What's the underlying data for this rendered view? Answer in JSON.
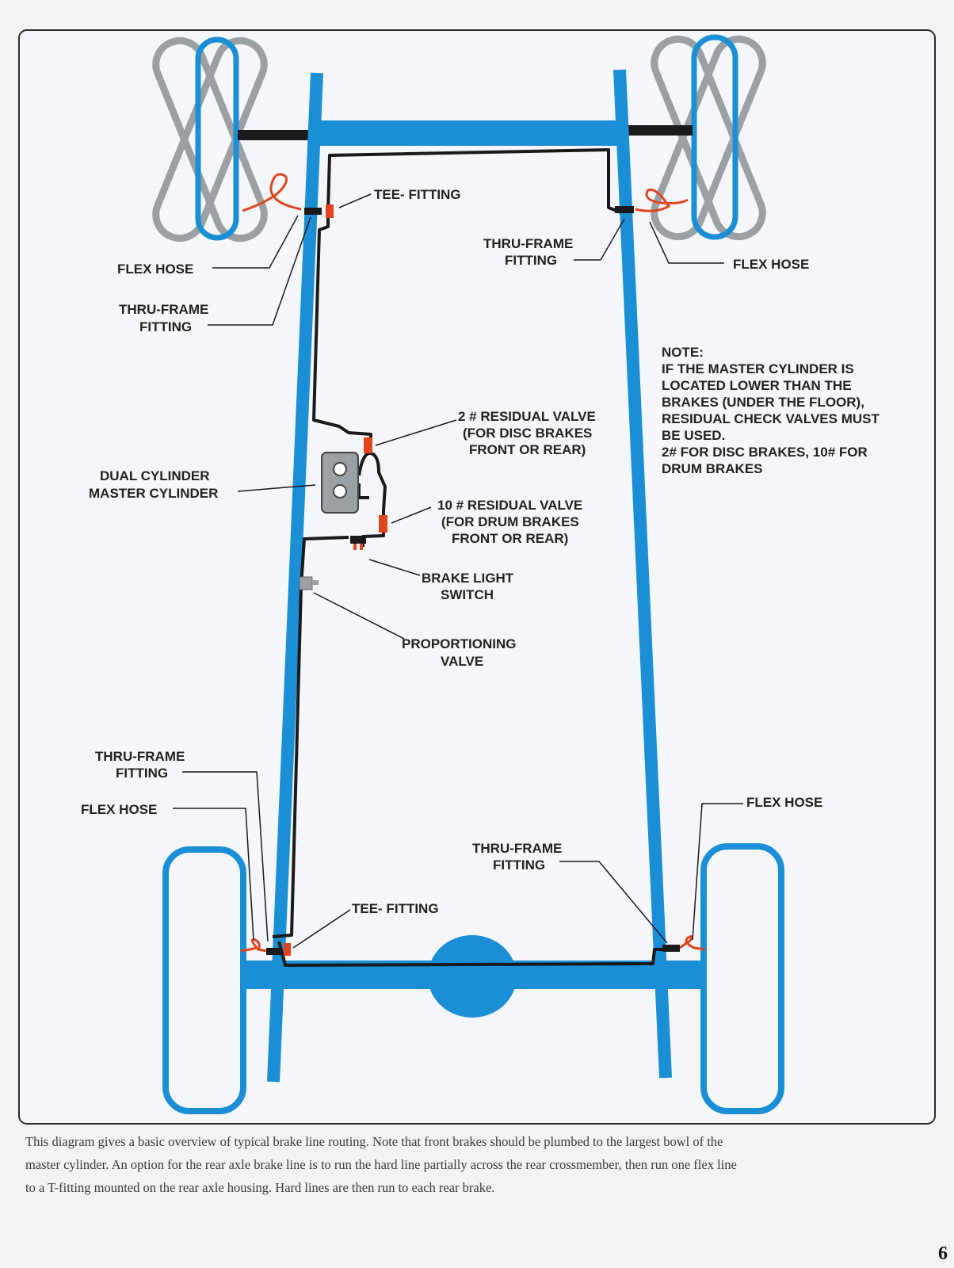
{
  "labels": {
    "front_left_tee": "TEE- FITTING",
    "front_left_flex": "FLEX HOSE",
    "front_left_thru_1": "THRU-FRAME",
    "front_left_thru_2": "FITTING",
    "front_right_thru_1": "THRU-FRAME",
    "front_right_thru_2": "FITTING",
    "front_right_flex": "FLEX HOSE",
    "master_cyl_1": "DUAL CYLINDER",
    "master_cyl_2": "MASTER CYLINDER",
    "residual2_1": "2 # RESIDUAL VALVE",
    "residual2_2": "(FOR DISC BRAKES",
    "residual2_3": "FRONT OR REAR)",
    "residual10_1": "10 # RESIDUAL VALVE",
    "residual10_2": "(FOR DRUM BRAKES",
    "residual10_3": "FRONT OR REAR)",
    "brake_light_1": "BRAKE LIGHT",
    "brake_light_2": "SWITCH",
    "prop_valve_1": "PROPORTIONING",
    "prop_valve_2": "VALVE",
    "rear_left_thru_1": "THRU-FRAME",
    "rear_left_thru_2": "FITTING",
    "rear_left_flex": "FLEX HOSE",
    "rear_tee": "TEE- FITTING",
    "rear_mid_thru_1": "THRU-FRAME",
    "rear_mid_thru_2": "FITTING",
    "rear_right_flex": "FLEX HOSE"
  },
  "note": [
    "NOTE:",
    "IF THE MASTER CYLINDER IS",
    "LOCATED LOWER THAN THE",
    "BRAKES (UNDER THE FLOOR),",
    "RESIDUAL CHECK VALVES MUST",
    "BE USED.",
    "2# FOR DISC BRAKES, 10# FOR",
    "DRUM BRAKES"
  ],
  "caption": [
    "This diagram gives a basic overview of typical brake line routing. Note that front brakes should be plumbed to the largest bowl of the",
    "master cylinder. An option for the rear axle brake line is to run the hard line partially across the rear crossmember, then run one flex line",
    "to a T-fitting mounted on the rear axle housing. Hard lines are then run to each rear brake."
  ],
  "page_number": "6",
  "colors": {
    "frame_blue": "#1a8fd6",
    "brake_line": "#1a1a1a",
    "flex_hose_red": "#e0451e",
    "wheel_gray": "#9aa0a4"
  }
}
